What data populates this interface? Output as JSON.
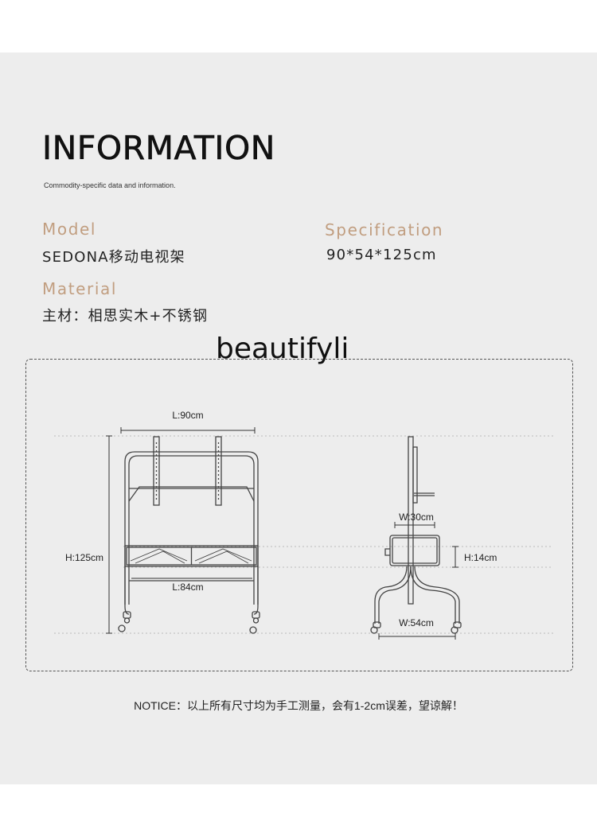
{
  "header": {
    "title": "INFORMATION",
    "subtitle": "Commodity-specific data and information."
  },
  "info": {
    "model_label": "Model",
    "model_value": "SEDONA移动电视架",
    "spec_label": "Specification",
    "spec_value": "90*54*125cm",
    "material_label": "Material",
    "material_value": "主材：相思实木+不锈钢"
  },
  "watermark": "beautifyli",
  "diagram": {
    "front_width_top": "L:90cm",
    "front_height": "H:125cm",
    "front_width_bottom": "L:84cm",
    "side_shelf_width": "W:30cm",
    "side_drawer_height": "H:14cm",
    "side_base_width": "W:54cm"
  },
  "notice": "NOTICE：以上所有尺寸均为手工测量，会有1-2cm误差，望谅解！"
}
